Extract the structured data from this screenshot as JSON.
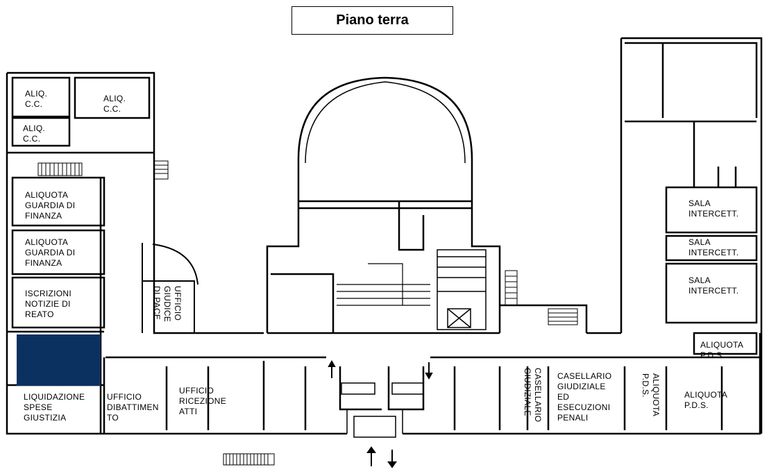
{
  "title": "Piano terra",
  "colors": {
    "walls": "#000000",
    "highlight": "#0b3160",
    "background": "#ffffff"
  },
  "rooms": {
    "aliq_cc_1": [
      "ALIQ.",
      "C.C."
    ],
    "aliq_cc_2": [
      "ALIQ.",
      "C.C."
    ],
    "aliq_cc_3": [
      "ALIQ.",
      "C.C."
    ],
    "aliquota_gdf_1": [
      "ALIQUOTA",
      "GUARDIA  DI",
      "FINANZA"
    ],
    "aliquota_gdf_2": [
      "ALIQUOTA",
      "GUARDIA  DI",
      "FINANZA"
    ],
    "iscrizioni": [
      "ISCRIZIONI",
      "NOTIZIE  DI",
      "REATO"
    ],
    "liquidazione": [
      "LIQUIDAZIONE",
      "SPESE",
      "GIUSTIZIA"
    ],
    "ufficio_dibattimento": [
      "UFFICIO",
      "DIBATTIMEN",
      "TO"
    ],
    "ufficio_ricezione": [
      "UFFICIO",
      "RICEZIONE",
      "ATTI"
    ],
    "ufficio_giudice_pace": [
      "UFFICIO",
      "GIUDICE",
      "DI PACE"
    ],
    "casellario_giudiziale_v": [
      "CASELLARIO",
      "GIUDIZIALE"
    ],
    "casellario_esecuzioni": [
      "CASELLARIO",
      "GIUDIZIALE",
      "ED",
      "ESECUZIONI",
      "PENALI"
    ],
    "aliquota_pds_v": [
      "ALIQUOTA",
      "P.D.S."
    ],
    "aliquota_pds_1": [
      "ALIQUOTA",
      "P.D.S."
    ],
    "aliquota_pds_2": [
      "ALIQUOTA",
      "P.D.S."
    ],
    "sala_1": [
      "SALA",
      "INTERCETT."
    ],
    "sala_2": [
      "SALA",
      "INTERCETT."
    ],
    "sala_3": [
      "SALA",
      "INTERCETT."
    ]
  }
}
